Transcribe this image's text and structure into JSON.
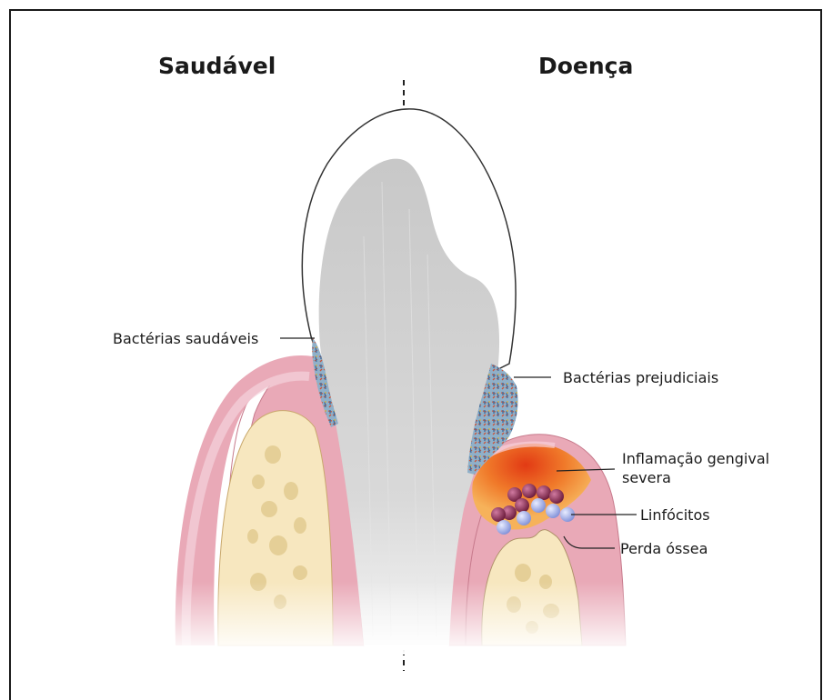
{
  "titles": {
    "healthy": "Saudável",
    "disease": "Doença"
  },
  "labels": {
    "healthy_bacteria": "Bactérias saudáveis",
    "harmful_bacteria": "Bactérias prejudiciais",
    "inflammation_line1": "Inflamação  gengival",
    "inflammation_line2": "severa",
    "lymphocytes": "Linfócitos",
    "bone_loss": "Perda óssea"
  },
  "colors": {
    "gum_pink": "#e9a9b7",
    "gum_light": "#f6d4dc",
    "bone": "#f7e7bf",
    "tooth_root": "#cfcfcf",
    "inflammation": "#e8401a",
    "plaque": "#6c8fb0"
  }
}
